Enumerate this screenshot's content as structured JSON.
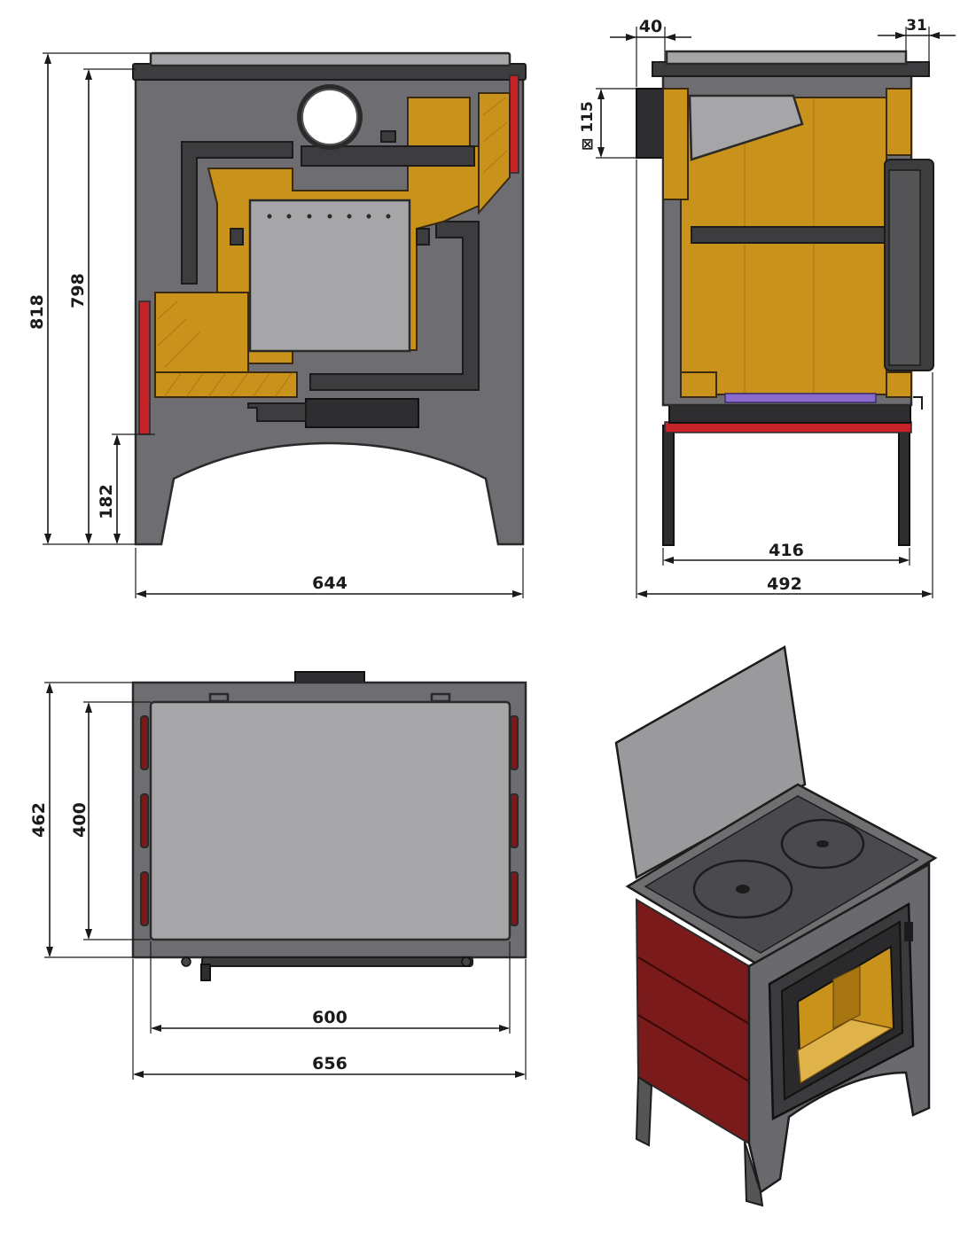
{
  "drawing": {
    "front_view": {
      "height_total": "818",
      "height_body": "798",
      "height_legs": "182",
      "width": "644"
    },
    "side_view": {
      "flue_offset": "40",
      "handle_depth": "31",
      "flue_diameter": "⊠ 115",
      "legs_width": "416",
      "depth": "492"
    },
    "top_view": {
      "depth_total": "462",
      "depth_plate": "400",
      "width_plate": "600",
      "width_total": "656"
    }
  }
}
